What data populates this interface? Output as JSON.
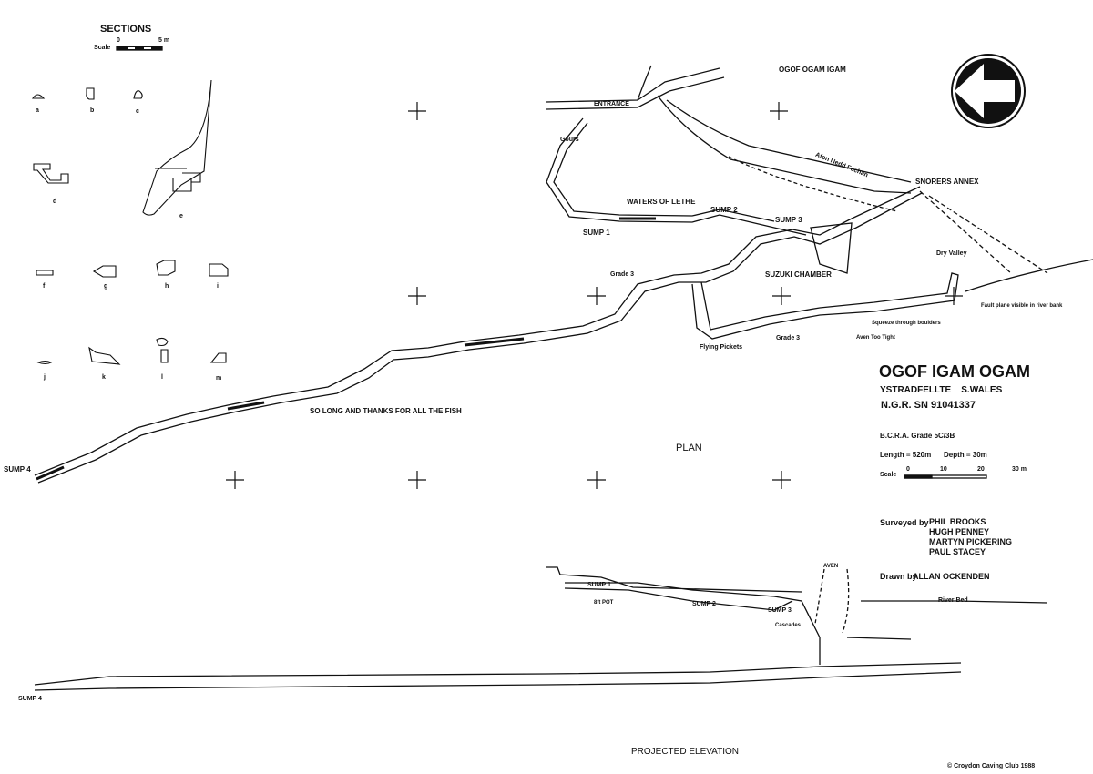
{
  "sections": {
    "title": "SECTIONS",
    "scale_label": "Scale",
    "scale_ticks": [
      "0",
      "5 m"
    ],
    "labels": [
      "a",
      "b",
      "c",
      "d",
      "e",
      "f",
      "g",
      "h",
      "i",
      "j",
      "k",
      "l",
      "m"
    ]
  },
  "plan": {
    "title": "PLAN",
    "features": {
      "ogof_ogam_igam": "OGOF OGAM IGAM",
      "entrance": "ENTRANCE",
      "gours": "Gours",
      "afon": "Afon Nedd Fechan",
      "snorers_annex": "SNORERS ANNEX",
      "waters_of_lethe": "WATERS OF LETHE",
      "sump1": "SUMP 1",
      "sump2": "SUMP 2",
      "sump3": "SUMP 3",
      "sump4": "SUMP 4",
      "dry_valley": "Dry Valley",
      "suzuki_chamber": "SUZUKI CHAMBER",
      "grade3_a": "Grade 3",
      "grade3_b": "Grade 3",
      "fault_plane": "Fault plane visible in river bank",
      "squeeze": "Squeeze through boulders",
      "aven_too_tight": "Aven Too Tight",
      "flying_pickets": "Flying Pickets",
      "fish": "SO LONG AND THANKS FOR ALL THE FISH"
    }
  },
  "info": {
    "cave_name": "OGOF IGAM OGAM",
    "location": "YSTRADFELLTE    S.WALES",
    "ngr": "N.G.R. SN 91041337",
    "grade": "B.C.R.A. Grade 5C/3B",
    "length": "Length = 520m",
    "depth": "Depth = 30m",
    "scale_label": "Scale",
    "scale_ticks": [
      "0",
      "10",
      "20",
      "30 m"
    ],
    "surveyed_label": "Surveyed by",
    "surveyors": [
      "PHIL BROOKS",
      "HUGH PENNEY",
      "MARTYN PICKERING",
      "PAUL STACEY"
    ],
    "drawn_label": "Drawn by",
    "drawn_by": "ALLAN OCKENDEN"
  },
  "elevation": {
    "title": "PROJECTED ELEVATION",
    "aven": "AVEN",
    "river_bed": "River Bed",
    "sump1": "SUMP 1",
    "sump2": "SUMP 2",
    "sump3": "SUMP 3",
    "sump4": "SUMP 4",
    "pot": "8ft POT",
    "cascades": "Cascades"
  },
  "copyright": "© Croydon Caving Club 1988",
  "compass_icon": "north-arrow-left"
}
